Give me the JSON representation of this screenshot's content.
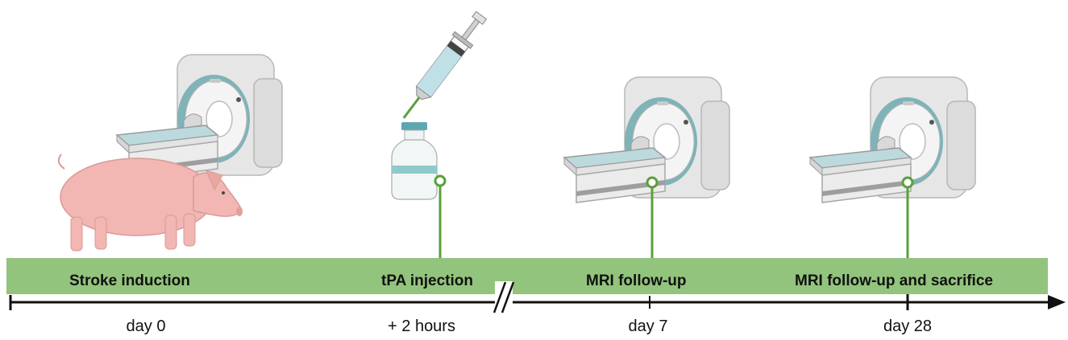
{
  "events": [
    {
      "label": "Stroke induction",
      "time": "day 0"
    },
    {
      "label": "tPA injection",
      "time": "+ 2 hours"
    },
    {
      "label": "MRI follow-up",
      "time": "day 7"
    },
    {
      "label": "MRI follow-up and sacrifice",
      "time": "day 28"
    }
  ],
  "colors": {
    "band": "#93c47d",
    "marker": "#5aa03c",
    "axis": "#111111",
    "pig": "#f2b7b3",
    "mri_body": "#e6e6e6",
    "mri_ring": "#7fb3b8",
    "liquid": "#bfe0e6"
  },
  "icons": [
    "pig-icon",
    "mri-scanner-icon",
    "syringe-icon",
    "vial-icon",
    "axis-break-icon"
  ]
}
